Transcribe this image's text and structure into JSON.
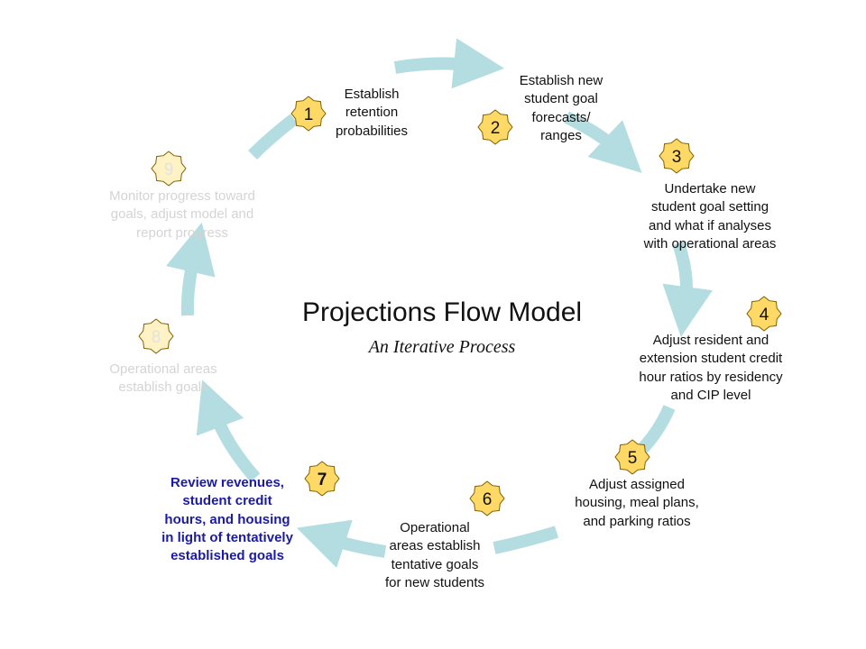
{
  "title": "Projections Flow Model",
  "subtitle": "An Iterative Process",
  "colors": {
    "arrow": "#b3dde0",
    "badge_fill": "#ffd966",
    "badge_fill_faded": "#fff2c4",
    "badge_stroke": "#7f6000",
    "highlight_text": "#1a1aa6",
    "faded_text": "#d4d4d4"
  },
  "steps": [
    {
      "number": "1",
      "lines": [
        "Establish",
        "retention",
        "probabilities"
      ],
      "style": "normal"
    },
    {
      "number": "2",
      "lines": [
        "Establish new",
        "student goal",
        "forecasts/",
        "ranges"
      ],
      "style": "normal"
    },
    {
      "number": "3",
      "lines": [
        "Undertake new",
        "student goal setting",
        "and what if analyses",
        "with operational areas"
      ],
      "style": "normal"
    },
    {
      "number": "4",
      "lines": [
        "Adjust resident and",
        "extension student credit",
        "hour ratios by residency",
        "and CIP level"
      ],
      "style": "normal"
    },
    {
      "number": "5",
      "lines": [
        "Adjust assigned",
        "housing, meal plans,",
        "and parking ratios"
      ],
      "style": "normal"
    },
    {
      "number": "6",
      "lines": [
        "Operational",
        "areas establish",
        "tentative goals",
        "for new students"
      ],
      "style": "normal"
    },
    {
      "number": "7",
      "lines": [
        "Review revenues,",
        "student credit",
        "hours, and housing",
        "in light of tentatively",
        "established goals"
      ],
      "style": "highlight"
    },
    {
      "number": "8",
      "lines": [
        "Operational areas",
        "establish goals"
      ],
      "style": "faded"
    },
    {
      "number": "9",
      "lines": [
        "Monitor progress toward",
        "goals, adjust model and",
        "report progress"
      ],
      "style": "faded"
    }
  ]
}
